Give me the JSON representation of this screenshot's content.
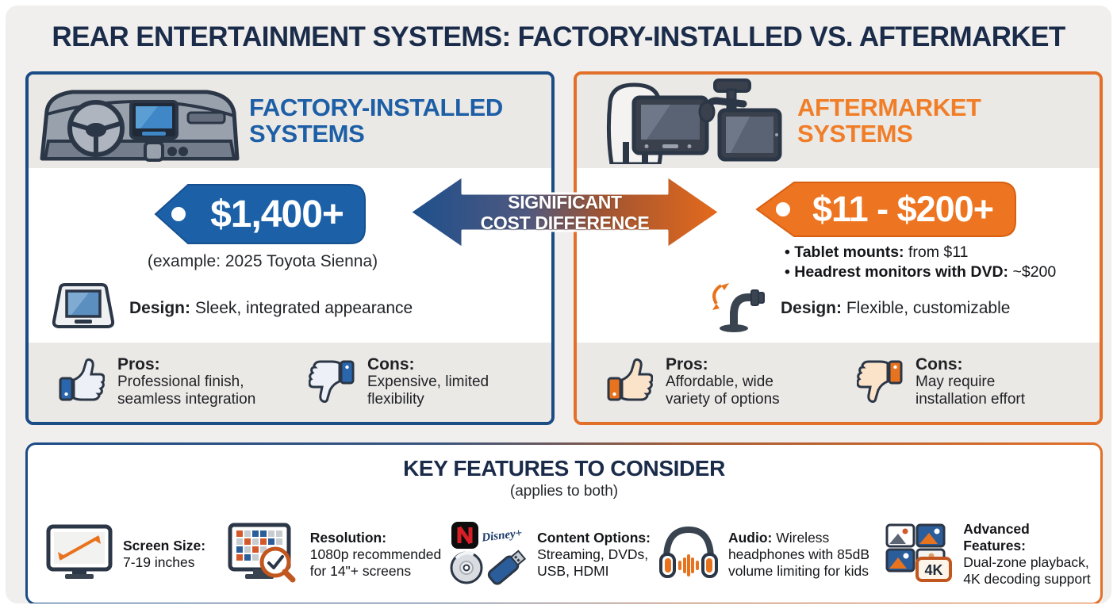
{
  "page": {
    "title": "REAR ENTERTAINMENT SYSTEMS: FACTORY-INSTALLED VS. AFTERMARKET"
  },
  "cost_arrow": {
    "line1": "SIGNIFICANT",
    "line2": "COST DIFFERENCE"
  },
  "factory": {
    "title_line1": "FACTORY-INSTALLED",
    "title_line2": "SYSTEMS",
    "price": "$1,400+",
    "example": "(example: 2025 Toyota Sienna)",
    "design_label": "Design:",
    "design_text": "Sleek, integrated appearance",
    "pros_label": "Pros:",
    "pros_line1": "Professional finish,",
    "pros_line2": "seamless integration",
    "cons_label": "Cons:",
    "cons_line1": "Expensive, limited",
    "cons_line2": "flexibility"
  },
  "aftermarket": {
    "title_line1": "AFTERMARKET",
    "title_line2": "SYSTEMS",
    "price": "$11 - $200+",
    "bullet1_label": "Tablet mounts:",
    "bullet1_value": " from $11",
    "bullet2_label": "Headrest monitors with DVD:",
    "bullet2_value": " ~$200",
    "design_label": "Design:",
    "design_text": "Flexible, customizable",
    "pros_label": "Pros:",
    "pros_line1": "Affordable, wide",
    "pros_line2": "variety of options",
    "cons_label": "Cons:",
    "cons_line1": "May require",
    "cons_line2": "installation effort"
  },
  "key_features": {
    "title": "KEY FEATURES TO CONSIDER",
    "subtitle": "(applies to both)",
    "items": [
      {
        "label": "Screen Size:",
        "line1": "7-19 inches",
        "line2": ""
      },
      {
        "label": "Resolution:",
        "line1": "1080p recommended",
        "line2": "for 14\"+ screens"
      },
      {
        "label": "Content Options:",
        "line1": "Streaming, DVDs,",
        "line2": "USB, HDMI"
      },
      {
        "label": "Audio:",
        "inline": " Wireless",
        "line1": "headphones with 85dB",
        "line2": "volume limiting for kids"
      },
      {
        "label": "Advanced Features:",
        "line1": "Dual-zone playback,",
        "line2": "4K decoding support"
      }
    ],
    "content_icons": {
      "netflix": "N",
      "disney": "Disney+"
    },
    "badge_4k": "4K"
  },
  "colors": {
    "navy_title": "#1b2c4a",
    "factory_blue": "#1d5fa6",
    "factory_border": "#1b4c86",
    "tag_blue": "#1c61a8",
    "aftermarket_orange": "#f07e28",
    "aftermarket_border": "#e2702a",
    "tag_orange": "#ed7420",
    "band_gray": "#ebe9e6",
    "page_bg": "#f0efed"
  }
}
